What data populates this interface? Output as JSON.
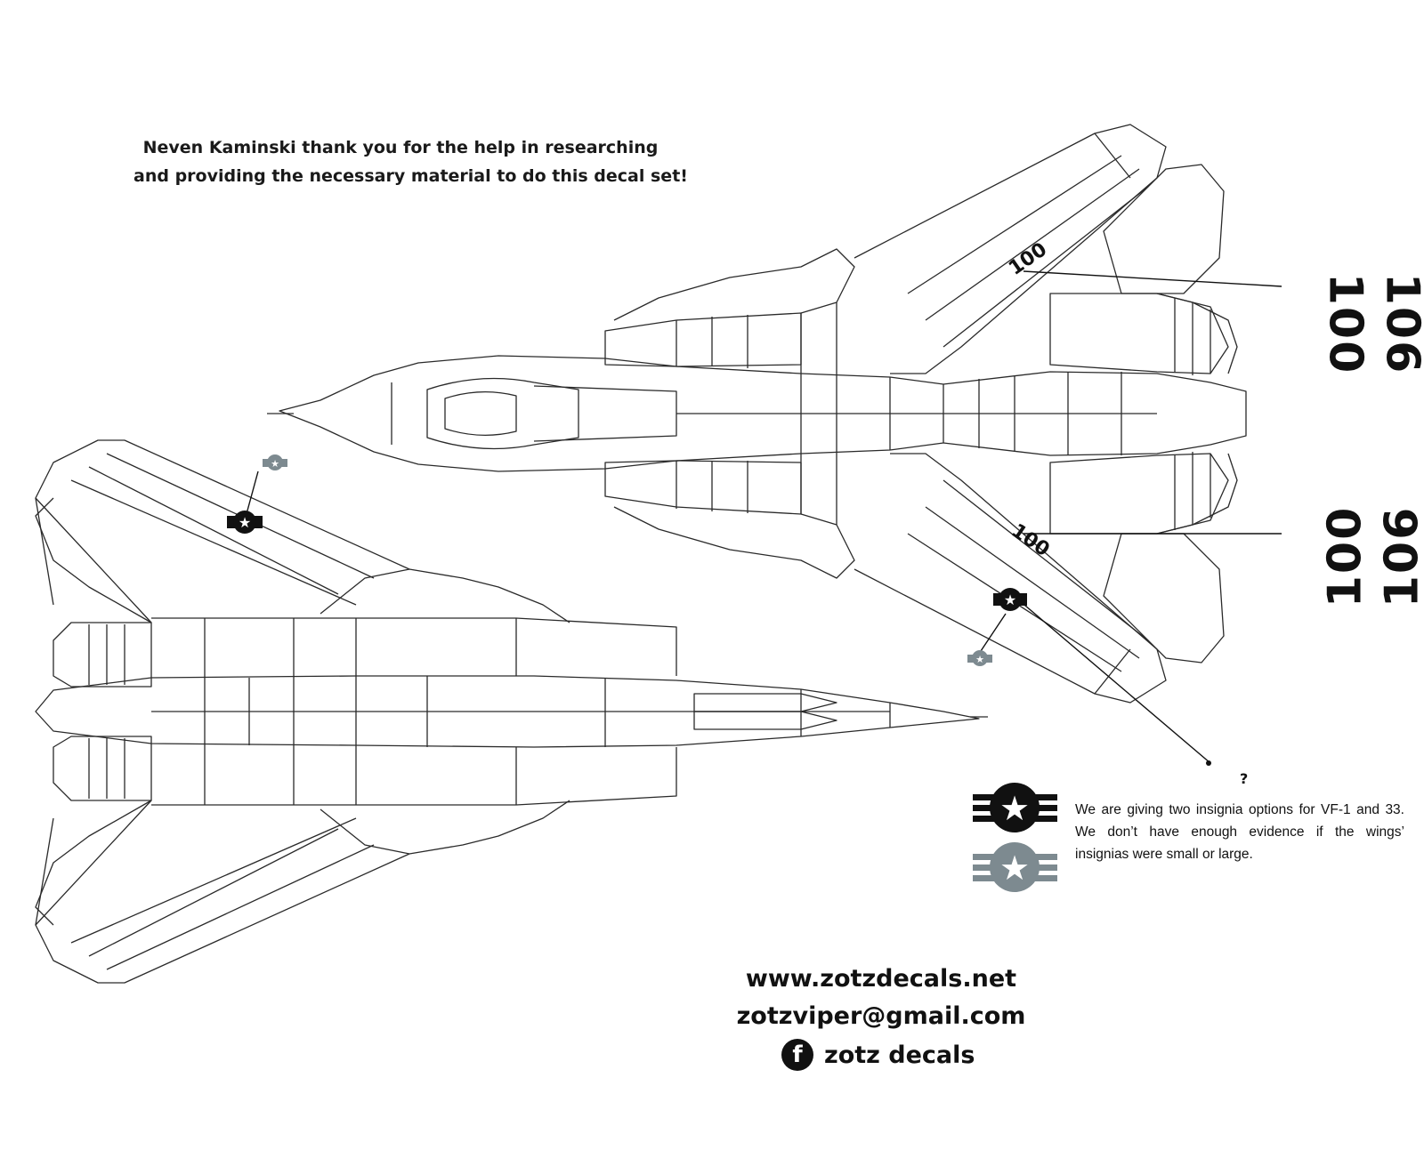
{
  "acknowledgement": {
    "line1": "Neven Kaminski thank you for the help in researching",
    "line2": "and providing the necessary material to do this decal set!"
  },
  "modex_callouts": [
    {
      "label_a": "100",
      "label_b": "106"
    },
    {
      "label_a": "100",
      "label_b": "106"
    }
  ],
  "wing_codes": [
    "100",
    "100"
  ],
  "insignia_note": {
    "text": "We are giving two insignia options for VF-1 and 33. We don’t have enough evidence if the wings’ insignias were small or large.",
    "question_mark": "?",
    "colors": {
      "dark": "#111111",
      "light": "#7d8a90"
    }
  },
  "contact": {
    "website": "www.zotzdecals.net",
    "email": "zotzviper@gmail.com",
    "facebook_icon": "facebook-icon",
    "facebook_letter": "f",
    "facebook_label": "zotz decals"
  }
}
